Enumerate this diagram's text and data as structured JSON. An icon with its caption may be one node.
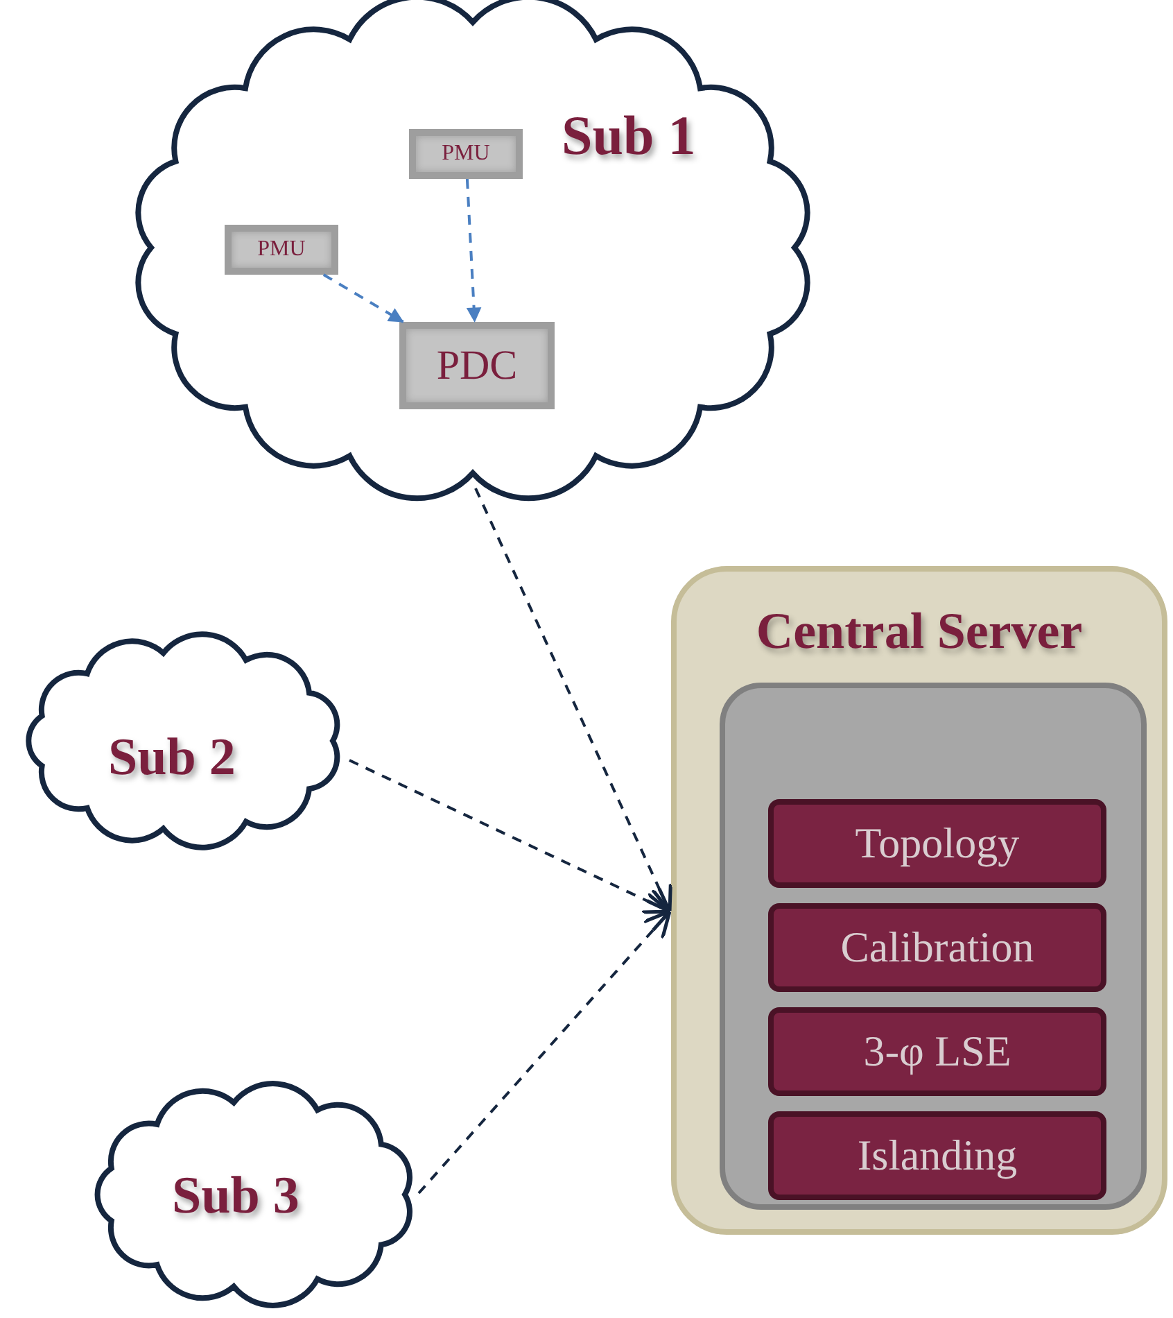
{
  "diagram": {
    "nodes": [
      {
        "text": [
          "Sub 1"
        ]
      },
      {
        "text": [
          "PMU"
        ],
        "in": 0
      },
      {
        "text": [
          "PMU"
        ],
        "in": 0
      },
      {
        "text": [
          "PDC"
        ],
        "in": 0
      },
      {
        "text": [
          "Sub 2"
        ]
      },
      {
        "text": [
          "Sub 3"
        ]
      },
      {
        "text": [
          "Central Server"
        ]
      },
      {
        "text": [],
        "shape": "box",
        "in": 6
      },
      {
        "text": [
          "Topology"
        ],
        "in": 7
      },
      {
        "text": [
          "Calibration"
        ],
        "in": 7
      },
      {
        "text": [
          "3-φ LSE"
        ],
        "in": 7
      },
      {
        "text": [
          "Islanding"
        ],
        "in": 7
      }
    ],
    "edges": [
      {
        "from": 1,
        "to": 3,
        "arrow": "to",
        "style": "dashed",
        "color": "#4a7fc1"
      },
      {
        "from": 2,
        "to": 3,
        "arrow": "to",
        "style": "dashed",
        "color": "#4a7fc1"
      },
      {
        "from": 0,
        "to": 6,
        "arrow": "to",
        "style": "dashed"
      },
      {
        "from": 4,
        "to": 6,
        "arrow": "to",
        "style": "dashed"
      },
      {
        "from": 5,
        "to": 6,
        "arrow": "to",
        "style": "dashed"
      }
    ]
  }
}
